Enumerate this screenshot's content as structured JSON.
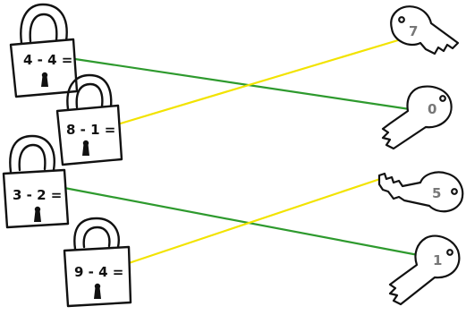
{
  "colors": {
    "ink": "#111111",
    "green": "#2e9a2e",
    "yellow": "#f2e300",
    "key_digit": "#777777"
  },
  "locks": [
    {
      "equation": "4 - 4 ="
    },
    {
      "equation": "8 - 1 ="
    },
    {
      "equation": "3 - 2 ="
    },
    {
      "equation": "9 - 4 ="
    }
  ],
  "keys": [
    {
      "number": "7"
    },
    {
      "number": "0"
    },
    {
      "number": "5"
    },
    {
      "number": "1"
    }
  ],
  "connections": [
    {
      "lock": "4 - 4 =",
      "key": "0",
      "color": "green"
    },
    {
      "lock": "8 - 1 =",
      "key": "7",
      "color": "yellow"
    },
    {
      "lock": "3 - 2 =",
      "key": "1",
      "color": "green"
    },
    {
      "lock": "9 - 4 =",
      "key": "5",
      "color": "yellow"
    }
  ]
}
